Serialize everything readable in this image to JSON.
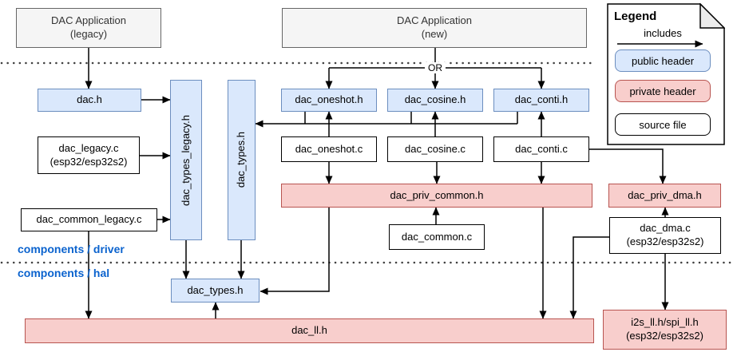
{
  "apps": {
    "legacy": {
      "line1": "DAC Application",
      "line2": "(legacy)"
    },
    "new_app": {
      "line1": "DAC Application",
      "line2": "(new)"
    }
  },
  "connector_label": "OR",
  "nodes": {
    "dac_h": {
      "label": "dac.h"
    },
    "dac_legacy_c": {
      "line1": "dac_legacy.c",
      "line2": "(esp32/esp32s2)"
    },
    "dac_common_legacy_c": {
      "label": "dac_common_legacy.c"
    },
    "dac_types_legacy_h": {
      "label": "dac_types_legacy.h"
    },
    "dac_types_h_driver": {
      "label": "dac_types.h"
    },
    "dac_oneshot_h": {
      "label": "dac_oneshot.h"
    },
    "dac_cosine_h": {
      "label": "dac_cosine.h"
    },
    "dac_conti_h": {
      "label": "dac_conti.h"
    },
    "dac_oneshot_c": {
      "label": "dac_oneshot.c"
    },
    "dac_cosine_c": {
      "label": "dac_cosine.c"
    },
    "dac_conti_c": {
      "label": "dac_conti.c"
    },
    "dac_priv_common_h": {
      "label": "dac_priv_common.h"
    },
    "dac_priv_dma_h": {
      "label": "dac_priv_dma.h"
    },
    "dac_common_c": {
      "label": "dac_common.c"
    },
    "dac_dma_c": {
      "line1": "dac_dma.c",
      "line2": "(esp32/esp32s2)"
    },
    "dac_types_h_hal": {
      "label": "dac_types.h"
    },
    "dac_ll_h": {
      "label": "dac_ll.h"
    },
    "i2s_spi_ll_h": {
      "line1": "i2s_ll.h/spi_ll.h",
      "line2": "(esp32/esp32s2)"
    }
  },
  "sections": {
    "driver": "components / driver",
    "hal": "components / hal"
  },
  "legend": {
    "title": "Legend",
    "arrow_label": "includes",
    "items": [
      {
        "label": "public header",
        "type": "public-header"
      },
      {
        "label": "private header",
        "type": "private-header"
      },
      {
        "label": "source file",
        "type": "source-file"
      }
    ]
  },
  "colors": {
    "public_header_fill": "#dae8fc",
    "public_header_border": "#6c8ebf",
    "private_header_fill": "#f8cecc",
    "private_header_border": "#b85450",
    "app_box_fill": "#f5f5f5",
    "app_box_border": "#666666",
    "section_label_text": "#0b63ce",
    "edge_stroke": "#000000"
  },
  "edges": [
    {
      "from": "DAC Application (legacy)",
      "to": "dac.h"
    },
    {
      "from": "dac.h",
      "to": "dac_types_legacy.h"
    },
    {
      "from": "dac_legacy.c",
      "to": "dac_types_legacy.h"
    },
    {
      "from": "dac_common_legacy.c",
      "to": "dac_types_legacy.h"
    },
    {
      "from": "dac_common_legacy.c",
      "to": "dac_ll.h"
    },
    {
      "from": "DAC Application (new)",
      "to": "dac_oneshot.h",
      "note": "OR"
    },
    {
      "from": "DAC Application (new)",
      "to": "dac_cosine.h",
      "note": "OR"
    },
    {
      "from": "DAC Application (new)",
      "to": "dac_conti.h",
      "note": "OR"
    },
    {
      "from": "dac_oneshot.h",
      "to": "dac_types.h (driver)"
    },
    {
      "from": "dac_cosine.h",
      "to": "dac_types.h (driver)"
    },
    {
      "from": "dac_conti.h",
      "to": "dac_types.h (driver)"
    },
    {
      "from": "dac_oneshot.c",
      "to": "dac_oneshot.h"
    },
    {
      "from": "dac_cosine.c",
      "to": "dac_cosine.h"
    },
    {
      "from": "dac_conti.c",
      "to": "dac_conti.h"
    },
    {
      "from": "dac_oneshot.c",
      "to": "dac_priv_common.h"
    },
    {
      "from": "dac_cosine.c",
      "to": "dac_priv_common.h"
    },
    {
      "from": "dac_conti.c",
      "to": "dac_priv_common.h"
    },
    {
      "from": "dac_conti.c",
      "to": "dac_priv_dma.h"
    },
    {
      "from": "dac_common.c",
      "to": "dac_priv_common.h"
    },
    {
      "from": "dac_dma.c",
      "to": "dac_priv_dma.h"
    },
    {
      "from": "dac_dma.c",
      "to": "dac_ll.h"
    },
    {
      "from": "dac_dma.c",
      "to": "i2s_ll.h/spi_ll.h"
    },
    {
      "from": "dac_priv_common.h",
      "to": "dac_types.h (hal)"
    },
    {
      "from": "dac_priv_common.h",
      "to": "dac_ll.h"
    },
    {
      "from": "dac_types_legacy.h",
      "to": "dac_types.h (hal)"
    },
    {
      "from": "dac_types.h (driver)",
      "to": "dac_types.h (hal)"
    },
    {
      "from": "dac_ll.h",
      "to": "dac_types.h (hal)"
    }
  ]
}
